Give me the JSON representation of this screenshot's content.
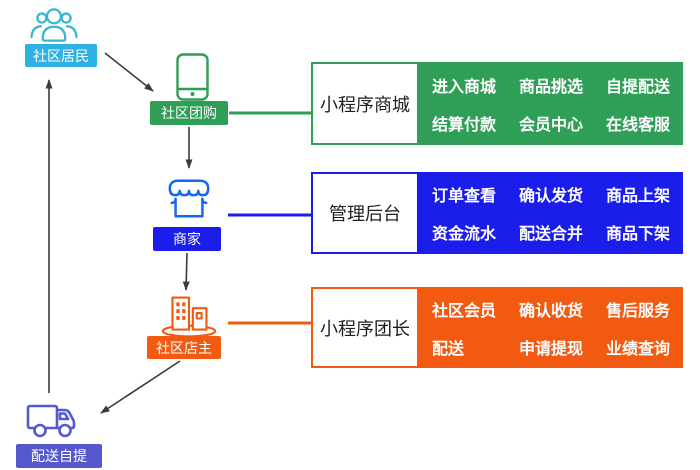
{
  "colors": {
    "cyan": "#2FB1E3",
    "teal": "#36B7CE",
    "green": "#2F9E56",
    "blue": "#1B1EEB",
    "icon_blue": "#1668EF",
    "orange": "#F15A10",
    "purple": "#5658CE",
    "arrow": "#3B3B3B",
    "title_text": "#1F1F1F"
  },
  "nodes": {
    "residents": {
      "label": "社区居民"
    },
    "group_buy": {
      "label": "社区团购"
    },
    "merchant": {
      "label": "商家"
    },
    "shop_owner": {
      "label": "社区店主"
    },
    "delivery_pickup": {
      "label": "配送自提"
    }
  },
  "blocks": [
    {
      "title": "小程序商城",
      "items": [
        "进入商城",
        "商品挑选",
        "自提配送",
        "结算付款",
        "会员中心",
        "在线客服"
      ]
    },
    {
      "title": "管理后台",
      "items": [
        "订单查看",
        "确认发货",
        "商品上架",
        "资金流水",
        "配送合并",
        "商品下架"
      ]
    },
    {
      "title": "小程序团长",
      "items": [
        "社区会员",
        "确认收货",
        "售后服务",
        "配送",
        "申请提现",
        "业绩查询"
      ]
    }
  ],
  "icons": {
    "residents": "people-group-icon",
    "group_buy": "smartphone-icon",
    "merchant": "storefront-icon",
    "shop_owner": "buildings-icon",
    "delivery_pickup": "truck-icon"
  }
}
